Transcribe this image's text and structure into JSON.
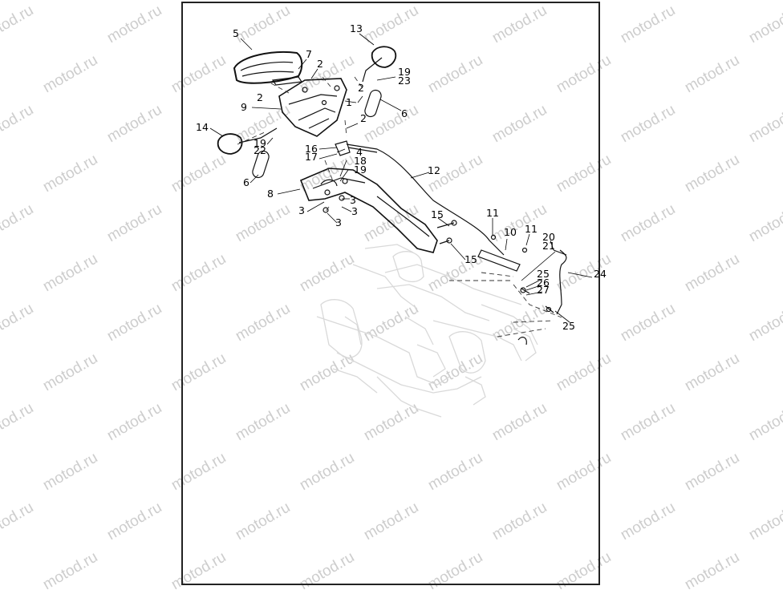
{
  "watermark": {
    "text": "motod.ru"
  },
  "callouts": [
    "5",
    "7",
    "2",
    "13",
    "19",
    "23",
    "2",
    "2",
    "9",
    "1",
    "6",
    "2",
    "14",
    "19",
    "22",
    "16",
    "17",
    "4",
    "18",
    "19",
    "12",
    "6",
    "8",
    "3",
    "3",
    "3",
    "3",
    "15",
    "11",
    "10",
    "11",
    "20",
    "21",
    "15",
    "25",
    "26",
    "27",
    "24",
    "25"
  ]
}
